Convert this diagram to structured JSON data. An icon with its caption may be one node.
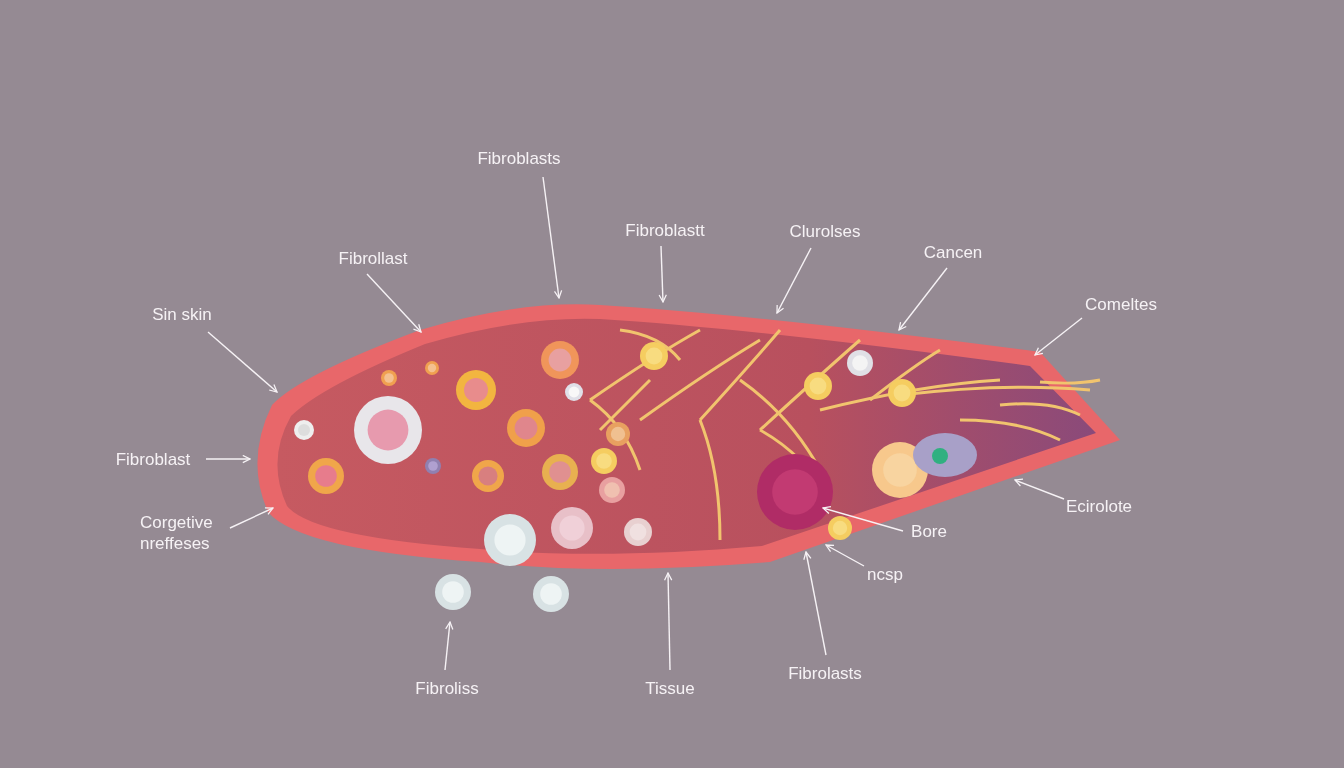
{
  "diagram": {
    "nodes": [
      {
        "text": [
          "Fibroblasts"
        ]
      },
      {
        "text": [
          "Fibroblastt"
        ]
      },
      {
        "text": [
          "Clurolses"
        ]
      },
      {
        "text": [
          "Cancen"
        ]
      },
      {
        "text": [
          "Fibrollast"
        ]
      },
      {
        "text": [
          "Comeltes"
        ]
      },
      {
        "text": [
          "Sin skin"
        ]
      },
      {
        "text": [
          "Fibroblast"
        ]
      },
      {
        "text": [
          "Ecirolote"
        ]
      },
      {
        "text": [
          "Corgetive nreffeses"
        ]
      },
      {
        "text": [
          "Bore"
        ]
      },
      {
        "text": [
          "ncsp"
        ]
      },
      {
        "text": [
          "Fibrolasts"
        ]
      },
      {
        "text": [
          "Fibroliss"
        ]
      },
      {
        "text": [
          "Tissue"
        ]
      }
    ],
    "edges": [
      {
        "from": 0,
        "to": null,
        "arrow": "to"
      },
      {
        "from": 1,
        "to": null,
        "arrow": "to"
      },
      {
        "from": 2,
        "to": null,
        "arrow": "to"
      },
      {
        "from": 3,
        "to": null,
        "arrow": "to"
      },
      {
        "from": 4,
        "to": null,
        "arrow": "to"
      },
      {
        "from": 5,
        "to": null,
        "arrow": "to"
      },
      {
        "from": 6,
        "to": null,
        "arrow": "to"
      },
      {
        "from": 7,
        "to": null,
        "arrow": "to"
      },
      {
        "from": 8,
        "to": null,
        "arrow": "to"
      },
      {
        "from": 9,
        "to": null,
        "arrow": "to"
      },
      {
        "from": 10,
        "to": null,
        "arrow": "to"
      },
      {
        "from": 11,
        "to": null,
        "arrow": "to"
      },
      {
        "from": 12,
        "to": null,
        "arrow": "to"
      },
      {
        "from": 13,
        "to": null,
        "arrow": "to"
      },
      {
        "from": 14,
        "to": null,
        "arrow": "to"
      }
    ]
  }
}
